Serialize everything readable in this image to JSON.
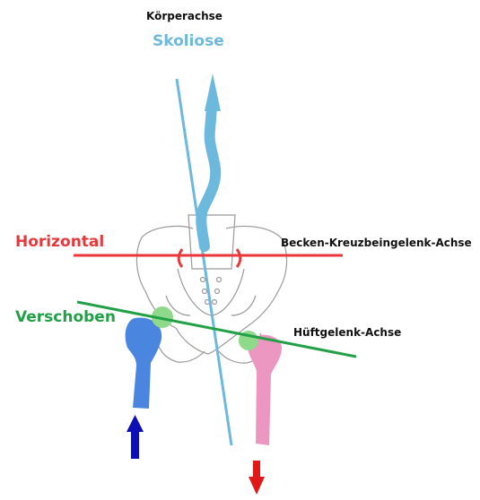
{
  "labels": {
    "koerperachse": "Körperachse",
    "skoliose": "Skoliose",
    "horizontal": "Horizontal",
    "verschoben": "Verschoben",
    "becken_achse": "Becken-Kreuzbeingelenk-Achse",
    "hueftgelenk_achse": "Hüftgelenk-Achse"
  },
  "colors": {
    "skoliose": "#6cb9dd",
    "horizontal": "#e8383b",
    "verschoben": "#22a046",
    "left_femur": "#4a86e0",
    "right_femur": "#ec97c2",
    "joint": "#8fd98a",
    "up_arrow": "#0b0fb4",
    "down_arrow": "#e01818"
  }
}
